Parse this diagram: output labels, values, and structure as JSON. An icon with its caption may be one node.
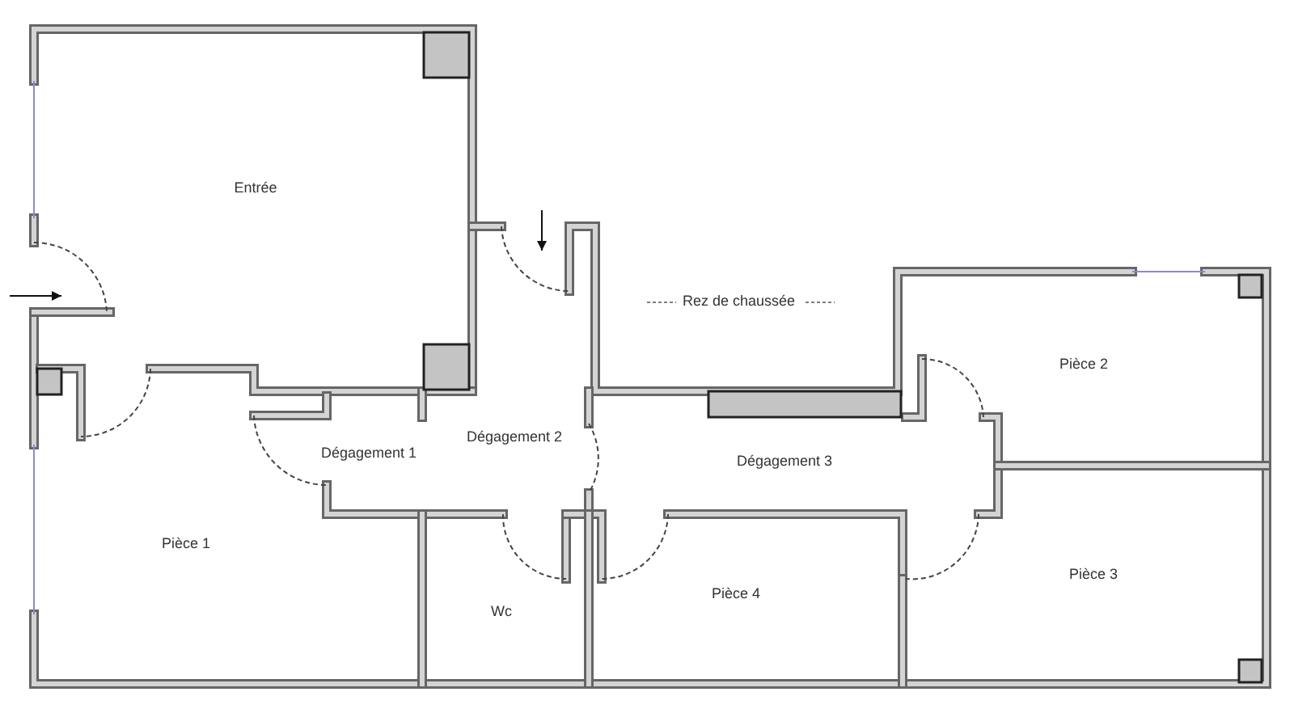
{
  "diagram": {
    "nodes": [
      {
        "text": [
          "Entrée"
        ]
      },
      {
        "text": [
          "Dégagement 1"
        ]
      },
      {
        "text": [
          "Dégagement 2"
        ]
      },
      {
        "text": [
          "Dégagement 3"
        ]
      },
      {
        "text": [
          "Pièce 1"
        ]
      },
      {
        "text": [
          "Pièce 2"
        ]
      },
      {
        "text": [
          "Pièce 3"
        ]
      },
      {
        "text": [
          "Pièce 4"
        ]
      },
      {
        "text": [
          "Wc"
        ]
      }
    ],
    "labels": [
      "Rez de chaussée"
    ]
  }
}
